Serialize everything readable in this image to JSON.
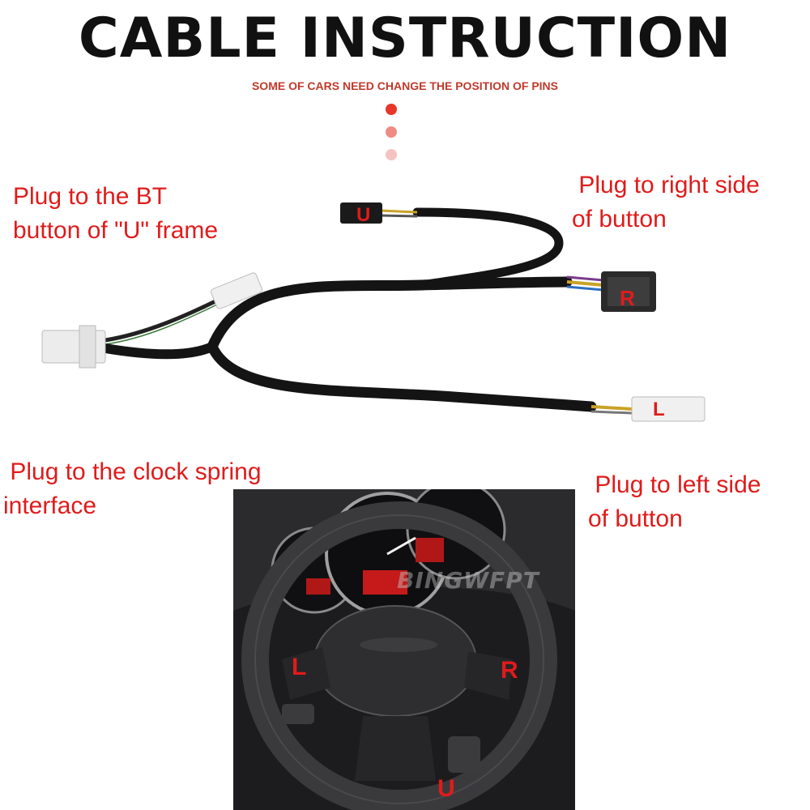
{
  "header": {
    "title": "CABLE INSTRUCTION",
    "subtitle": "SOME OF  CARS NEED CHANGE THE POSITION OF PINS"
  },
  "labels": {
    "bt_button": "Plug to the BT\nbutton of \"U\" frame",
    "right_side": " Plug to right side\nof button",
    "clock_spring": " Plug to the clock spring\ninterface",
    "left_side": " Plug to left side\nof button"
  },
  "markers": {
    "u_connector": "U",
    "r_connector": "R",
    "l_connector": "L",
    "wheel_left": "L",
    "wheel_right": "R",
    "wheel_bottom": "U"
  },
  "watermark": "BINGWFPT",
  "colors": {
    "title": "#111111",
    "subtitle": "#c0392b",
    "label_text": "#e01b1b",
    "cable": "#141414",
    "connector_white": "#eeeeee"
  }
}
